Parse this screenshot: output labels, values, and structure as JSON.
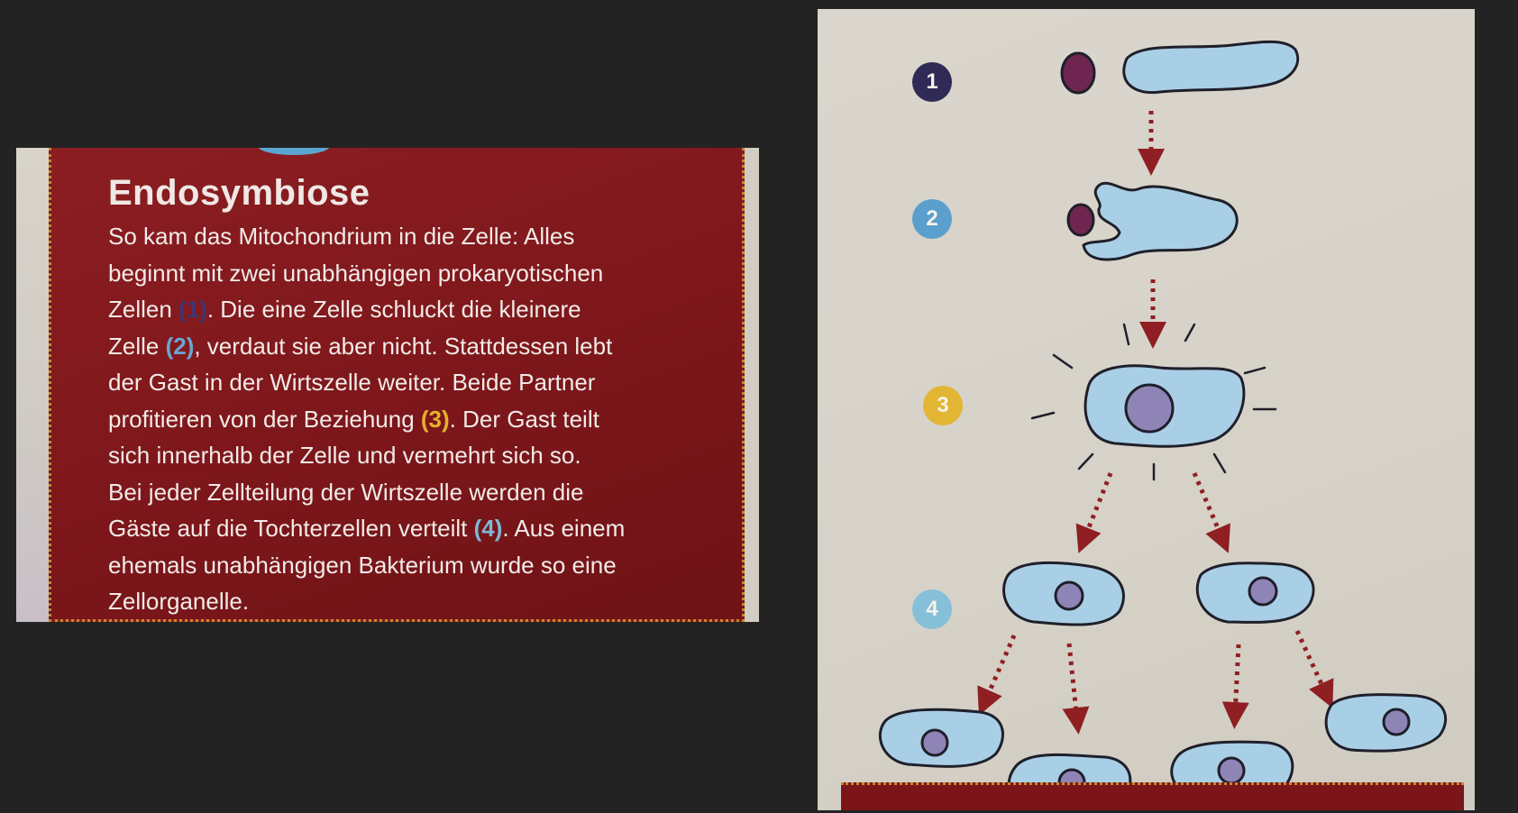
{
  "card": {
    "title": "Endosymbiose",
    "lines": [
      {
        "pre": "So kam das Mitochondrium in die Zelle: Alles",
        "ref": "",
        "post": ""
      },
      {
        "pre": "beginnt mit zwei unabhängigen prokaryotischen",
        "ref": "",
        "post": ""
      },
      {
        "pre": "Zellen ",
        "ref": "(1)",
        "post": ". Die eine Zelle schluckt die kleinere"
      },
      {
        "pre": "Zelle ",
        "ref": "(2)",
        "post": ", verdaut sie aber nicht. Stattdessen lebt"
      },
      {
        "pre": "der Gast in der Wirtszelle weiter. Beide Partner",
        "ref": "",
        "post": ""
      },
      {
        "pre": "profitieren von der Beziehung ",
        "ref": "(3)",
        "post": ". Der Gast teilt"
      },
      {
        "pre": "sich innerhalb der Zelle und vermehrt sich so.",
        "ref": "",
        "post": ""
      },
      {
        "pre": "Bei jeder Zellteilung der Wirtszelle werden die",
        "ref": "",
        "post": ""
      },
      {
        "pre": "Gäste auf die Tochterzellen verteilt ",
        "ref": "(4)",
        "post": ". Aus einem"
      },
      {
        "pre": "ehemals unabhängigen Bakterium wurde so eine",
        "ref": "",
        "post": ""
      },
      {
        "pre": "Zellorganelle.",
        "ref": "",
        "post": ""
      }
    ]
  },
  "diagram": {
    "steps": [
      {
        "label": "1",
        "color": "#2f2a56"
      },
      {
        "label": "2",
        "color": "#5a9fcd"
      },
      {
        "label": "3",
        "color": "#e2b534"
      },
      {
        "label": "4",
        "color": "#86bfd8"
      }
    ],
    "colors": {
      "cell_fill": "#a9cfe6",
      "cell_stroke": "#1f1f2a",
      "nucleus_fill": "#8f84b6",
      "bacterium_fill": "#6e2650",
      "arrow": "#8f1f22",
      "accent_border": "#c5882e"
    }
  }
}
